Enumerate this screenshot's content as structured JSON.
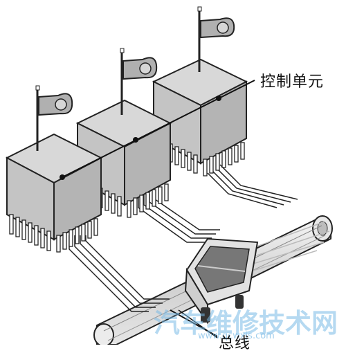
{
  "diagram": {
    "labels": {
      "control_unit": "控制单元",
      "bus": "总线"
    },
    "watermark": {
      "text": "汽车维修技术网",
      "url": "www.qcwxjs.com"
    },
    "colors": {
      "block_top": "#dcdcdc",
      "block_side": "#bcbcbc",
      "pin": "#ffffff",
      "line": "#111111",
      "watermark": "#78b9e6"
    },
    "icons": [
      "flag-icon",
      "bus-vehicle-icon"
    ]
  }
}
